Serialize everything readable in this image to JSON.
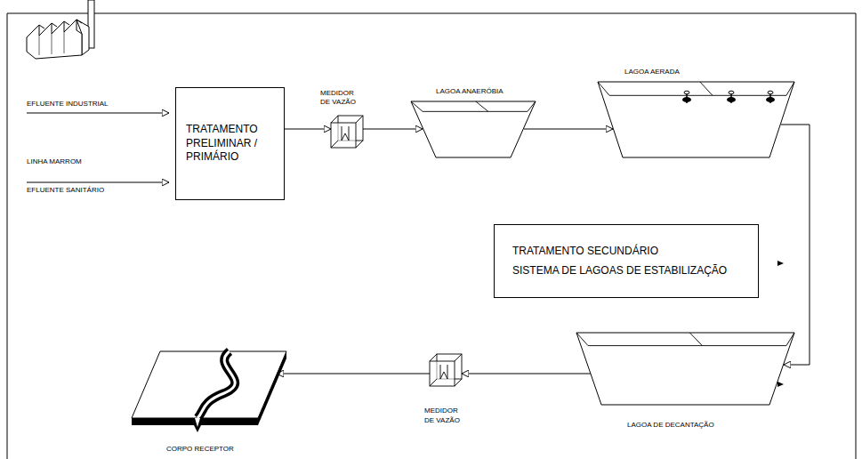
{
  "diagram": {
    "nodes": [
      {
        "text": [
          "TRATAMENTO PRELIMINAR / PRIMÁRIO"
        ]
      },
      {
        "text": [
          "MEDIDOR DE VAZÃO"
        ]
      },
      {
        "text": [
          "LAGOA ANAERÓBIA"
        ]
      },
      {
        "text": [
          "LAGOA AERADA"
        ]
      },
      {
        "text": [
          "TRATAMENTO SECUNDÁRIO",
          "SISTEMA DE LAGOAS DE ESTABILIZAÇÃO"
        ]
      },
      {
        "text": [
          "LAGOA DE DECANTAÇÃO"
        ]
      },
      {
        "text": [
          "MEDIDOR DE VAZÃO"
        ]
      },
      {
        "text": [
          "CORPO RECEPTOR"
        ]
      }
    ],
    "edges": [
      {
        "from": 0,
        "to": 1,
        "arrow": "to"
      },
      {
        "from": 1,
        "to": 2,
        "arrow": "to"
      },
      {
        "from": 2,
        "to": 3,
        "arrow": "to"
      },
      {
        "from": 3,
        "to": 5,
        "arrow": "to"
      },
      {
        "from": 5,
        "to": 6,
        "arrow": "to"
      },
      {
        "from": 6,
        "to": 7,
        "arrow": "to"
      }
    ],
    "labels": [
      "EFLUENTE INDUSTRIAL",
      "LINHA MARROM",
      "EFLUENTE SANITÁRIO"
    ]
  }
}
